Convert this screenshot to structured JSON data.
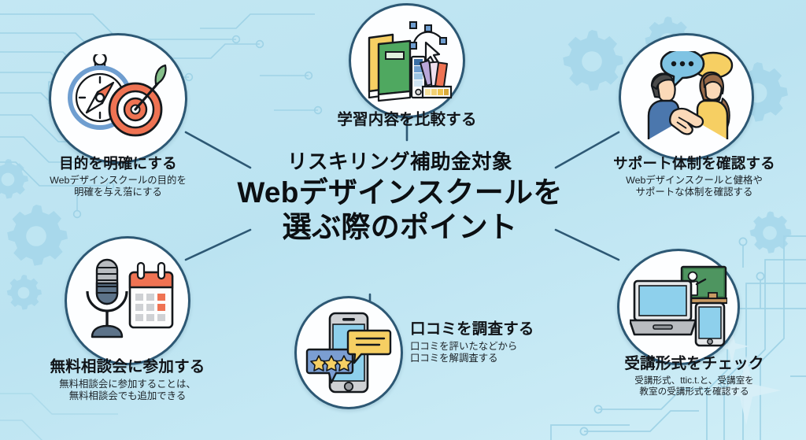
{
  "meta": {
    "background_color": "#bfe6f2",
    "accent_color": "#2d5874",
    "bubble_fill": "#fdfeff",
    "text_color": "#111418"
  },
  "title": {
    "superline": "リスキリング補助金対象",
    "line1": "Webデザインスクールを",
    "line2": "選ぶ際のポイント"
  },
  "points": [
    {
      "id": "purpose",
      "icon": "compass-target-icon",
      "title": "目的を明確にする",
      "desc": "Webデザインスクールの目的を\n明確を与え菭にする"
    },
    {
      "id": "curriculum",
      "icon": "books-design-tools-icon",
      "title": "学習内容を比較する",
      "desc": ""
    },
    {
      "id": "support",
      "icon": "handshake-chat-icon",
      "title": "サポート体制を確認する",
      "desc": "Webデザインスクールと健格や\nサポートな体制を確認する"
    },
    {
      "id": "consultation",
      "icon": "microphone-calendar-icon",
      "title": "無料相談会に参加する",
      "desc": "無料相談会に参加することは、\n無料相談会でも追加できる"
    },
    {
      "id": "reviews",
      "icon": "smartphone-review-icon",
      "title": "口コミを調査する",
      "desc": "口コミを評いたなどから\n口コミを解調査する"
    },
    {
      "id": "format",
      "icon": "laptop-tablet-blackboard-icon",
      "title": "受講形式をチェック",
      "desc": "受講形式、ttic.t.と、受講室を\n教室の受講形式を確認する"
    }
  ]
}
